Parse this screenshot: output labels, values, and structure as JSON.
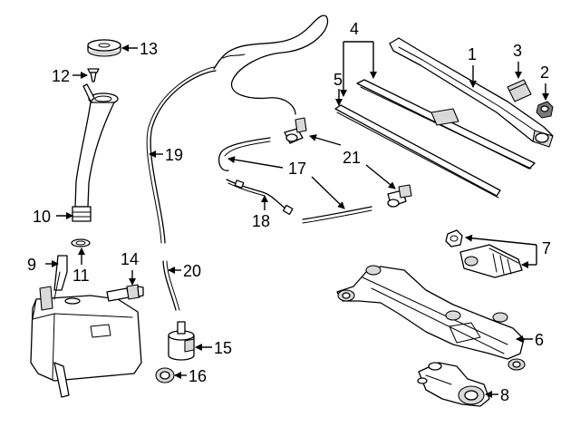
{
  "callouts": {
    "c1": "1",
    "c2": "2",
    "c3": "3",
    "c4": "4",
    "c5": "5",
    "c6": "6",
    "c7": "7",
    "c8": "8",
    "c9": "9",
    "c10": "10",
    "c11": "11",
    "c12": "12",
    "c13": "13",
    "c14": "14",
    "c15": "15",
    "c16": "16",
    "c17": "17",
    "c18": "18",
    "c19": "19",
    "c20": "20",
    "c21": "21"
  },
  "parts": [
    "wiper-arm-1",
    "cap-nut-2",
    "arm-cap-3",
    "wiper-blade-4",
    "blade-insert-5",
    "linkage-6",
    "pivot-bracket-7",
    "wiper-motor-8",
    "washer-reservoir-9",
    "filler-neck-10",
    "o-ring-11",
    "clip-12",
    "reservoir-cap-13",
    "level-sensor-14",
    "washer-pump-15",
    "pump-grommet-16",
    "washer-hose-17",
    "hose-connector-18",
    "long-hose-19",
    "short-hose-20",
    "washer-nozzle-21"
  ],
  "style": {
    "line_color": "#000000",
    "background": "#ffffff",
    "shade": "#d9d9d9"
  }
}
